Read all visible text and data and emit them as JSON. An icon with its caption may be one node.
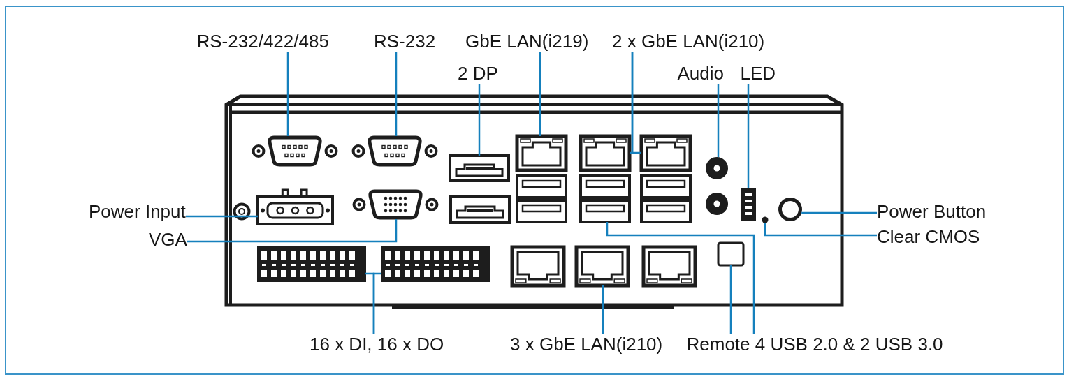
{
  "diagram": {
    "nodes": [
      {
        "text": [
          "RS-232/422/485"
        ]
      },
      {
        "text": [
          "RS-232"
        ]
      },
      {
        "text": [
          "GbE LAN(i219)"
        ]
      },
      {
        "text": [
          "2 x GbE LAN(i210)"
        ]
      },
      {
        "text": [
          "2 DP"
        ]
      },
      {
        "text": [
          "Audio"
        ]
      },
      {
        "text": [
          "LED"
        ]
      },
      {
        "text": [
          "Power Input"
        ]
      },
      {
        "text": [
          "VGA"
        ]
      },
      {
        "text": [
          "Power Button"
        ]
      },
      {
        "text": [
          "Clear CMOS"
        ]
      },
      {
        "text": [
          "16 x DI, 16 x DO"
        ]
      },
      {
        "text": [
          "3 x GbE LAN(i210)"
        ]
      },
      {
        "text": [
          "Remote 4 USB 2.0 & 2 USB 3.0"
        ]
      },
      {
        "text": [],
        "shape": "picture"
      },
      {
        "text": [],
        "shape": "picture"
      },
      {
        "text": [],
        "shape": "picture"
      },
      {
        "text": [],
        "shape": "picture"
      },
      {
        "text": [],
        "shape": "picture"
      },
      {
        "text": [],
        "shape": "picture"
      },
      {
        "text": [],
        "shape": "circle"
      },
      {
        "text": [],
        "shape": "picture"
      },
      {
        "text": [],
        "shape": "picture"
      },
      {
        "text": [],
        "shape": "picture"
      },
      {
        "text": [],
        "shape": "circle"
      },
      {
        "text": [],
        "shape": "circle"
      },
      {
        "text": [],
        "shape": "picture"
      },
      {
        "text": [],
        "shape": "picture"
      },
      {
        "text": [],
        "shape": "picture"
      },
      {
        "text": [],
        "shape": "box"
      },
      {
        "text": [],
        "shape": "picture"
      }
    ],
    "edges": [
      {
        "from": 0,
        "to": 14,
        "arrow": "none"
      },
      {
        "from": 1,
        "to": 15,
        "arrow": "none"
      },
      {
        "from": 2,
        "to": 17,
        "arrow": "none"
      },
      {
        "from": 3,
        "to": 18,
        "arrow": "none"
      },
      {
        "from": 3,
        "to": 19,
        "arrow": "none"
      },
      {
        "from": 4,
        "to": 16,
        "arrow": "none"
      },
      {
        "from": 5,
        "to": 20,
        "arrow": "none"
      },
      {
        "from": 6,
        "to": 21,
        "arrow": "none"
      },
      {
        "from": 7,
        "to": 22,
        "arrow": "none"
      },
      {
        "from": 8,
        "to": 23,
        "arrow": "none"
      },
      {
        "from": 9,
        "to": 24,
        "arrow": "none"
      },
      {
        "from": 10,
        "to": 25,
        "arrow": "none"
      },
      {
        "from": 11,
        "to": 26,
        "arrow": "none"
      },
      {
        "from": 11,
        "to": 27,
        "arrow": "none"
      },
      {
        "from": 12,
        "to": 28,
        "arrow": "none"
      },
      {
        "from": 13,
        "to": 29,
        "arrow": "none"
      },
      {
        "from": 13,
        "to": 30,
        "arrow": "none"
      }
    ]
  }
}
